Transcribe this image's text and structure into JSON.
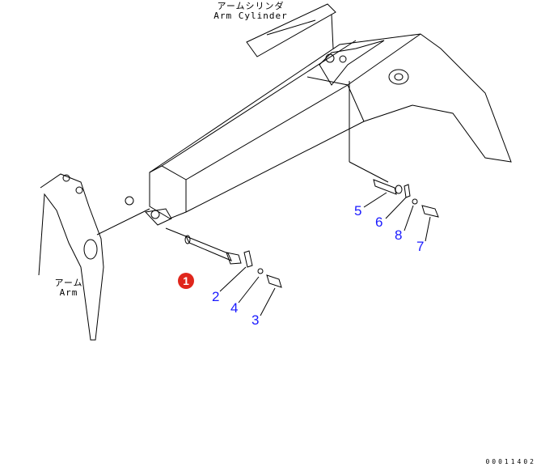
{
  "labels": {
    "arm_cylinder_jp": "アームシリンダ",
    "arm_cylinder_en": "Arm Cylinder",
    "arm_jp": "アーム",
    "arm_en": "Arm"
  },
  "callouts": {
    "c1": "1",
    "c2": "2",
    "c3": "3",
    "c4": "4",
    "c5": "5",
    "c6": "6",
    "c7": "7",
    "c8": "8"
  },
  "colors": {
    "callout": "#1a1aff",
    "highlight": "#e0261c"
  },
  "drawing_code": "00011402"
}
